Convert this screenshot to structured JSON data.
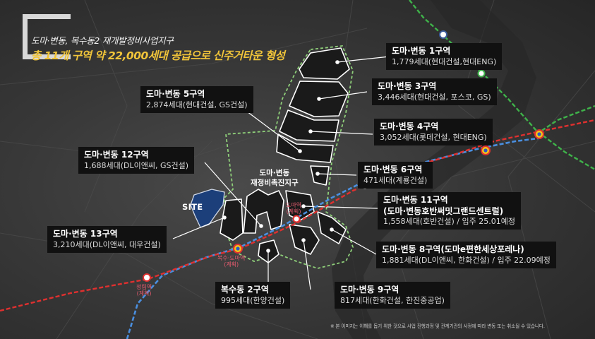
{
  "header": {
    "subtitle": "도마·변동, 복수동2 재개발정비사업지구",
    "title": "총 11개 구역 약 22,000세대 공급으로 신주거타운 형성"
  },
  "districts": [
    {
      "name": "도마·변동 1구역",
      "detail": "1,779세대(현대건설,현대ENG)"
    },
    {
      "name": "도마·변동 3구역",
      "detail": "3,446세대(현대건설, 포스코, GS)"
    },
    {
      "name": "도마·변동 4구역",
      "detail": "3,052세대(롯데건설, 현대ENG)"
    },
    {
      "name": "도마·변동 5구역",
      "detail": "2,874세대(현대건설, GS건설)"
    },
    {
      "name": "도마·변동 6구역",
      "detail": "471세대(계룡건설)"
    },
    {
      "name": "도마·변동 12구역",
      "detail": "1,688세대(DL이앤씨, GS건설)"
    },
    {
      "name": "도마·변동 11구역",
      "name2": "(도마·변동호반써밋그랜드센트럴)",
      "detail": "1,558세대(호반건설) / 입주 25.01예정"
    },
    {
      "name": "도마·변동 13구역",
      "detail": "3,210세대(DL이앤씨, 대우건설)"
    },
    {
      "name": "도마·변동 8구역(도마e편한세상포레나)",
      "detail": "1,881세대(DL이앤씨, 한화건설) / 입주 22.09예정"
    },
    {
      "name": "복수동 2구역",
      "detail": "995세대(한양건설)"
    },
    {
      "name": "도마·변동 9구역",
      "detail": "817세대(한화건설, 한진중공업)"
    }
  ],
  "promo_zone": {
    "line1": "도마·변동",
    "line2": "재정비촉진지구"
  },
  "site_label": "SITE",
  "stations": [
    {
      "name": "도마역",
      "sub": "(계획)"
    },
    {
      "name": "복수·도마역",
      "sub": "(계획)"
    },
    {
      "name": "정림역",
      "sub": "(계획)"
    }
  ],
  "disclaimer": "※ 본 이미지는 이해를 돕기 위한 것으로 사업 진행과정 및 관계기관의 사정에 따라 변동 또는 취소될 수 있습니다.",
  "colors": {
    "background": "#333333",
    "title_accent": "#f0c43a",
    "district_fill": "#1a1a1a",
    "district_stroke": "#ffffff",
    "boundary_green": "#8fd07a",
    "line_red": "#e0302f",
    "line_blue": "#4a8fe0",
    "line_green": "#3fb34a",
    "site_blue": "#1c3f7a",
    "station_label": "#e65b6f"
  }
}
